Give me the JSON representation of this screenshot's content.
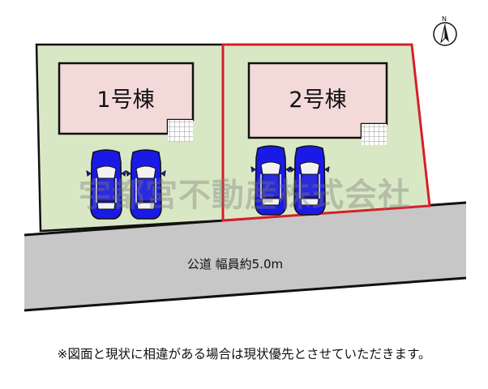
{
  "lots": [
    {
      "building_label": "1号棟"
    },
    {
      "building_label": "2号棟"
    }
  ],
  "road": {
    "label": "公道 幅員約5.0m"
  },
  "compass": {
    "north_label": "N"
  },
  "watermark": "宇都宮不動産株式会社",
  "note": "※図面と現状に相違がある場合は現状優先とさせていただきます。",
  "colors": {
    "lot_fill": "#d9e8c4",
    "building_fill": "#f4d9d9",
    "highlight_border": "#d61f2c",
    "road_fill": "#c7c7c7",
    "car_body": "#1a1ae6"
  }
}
